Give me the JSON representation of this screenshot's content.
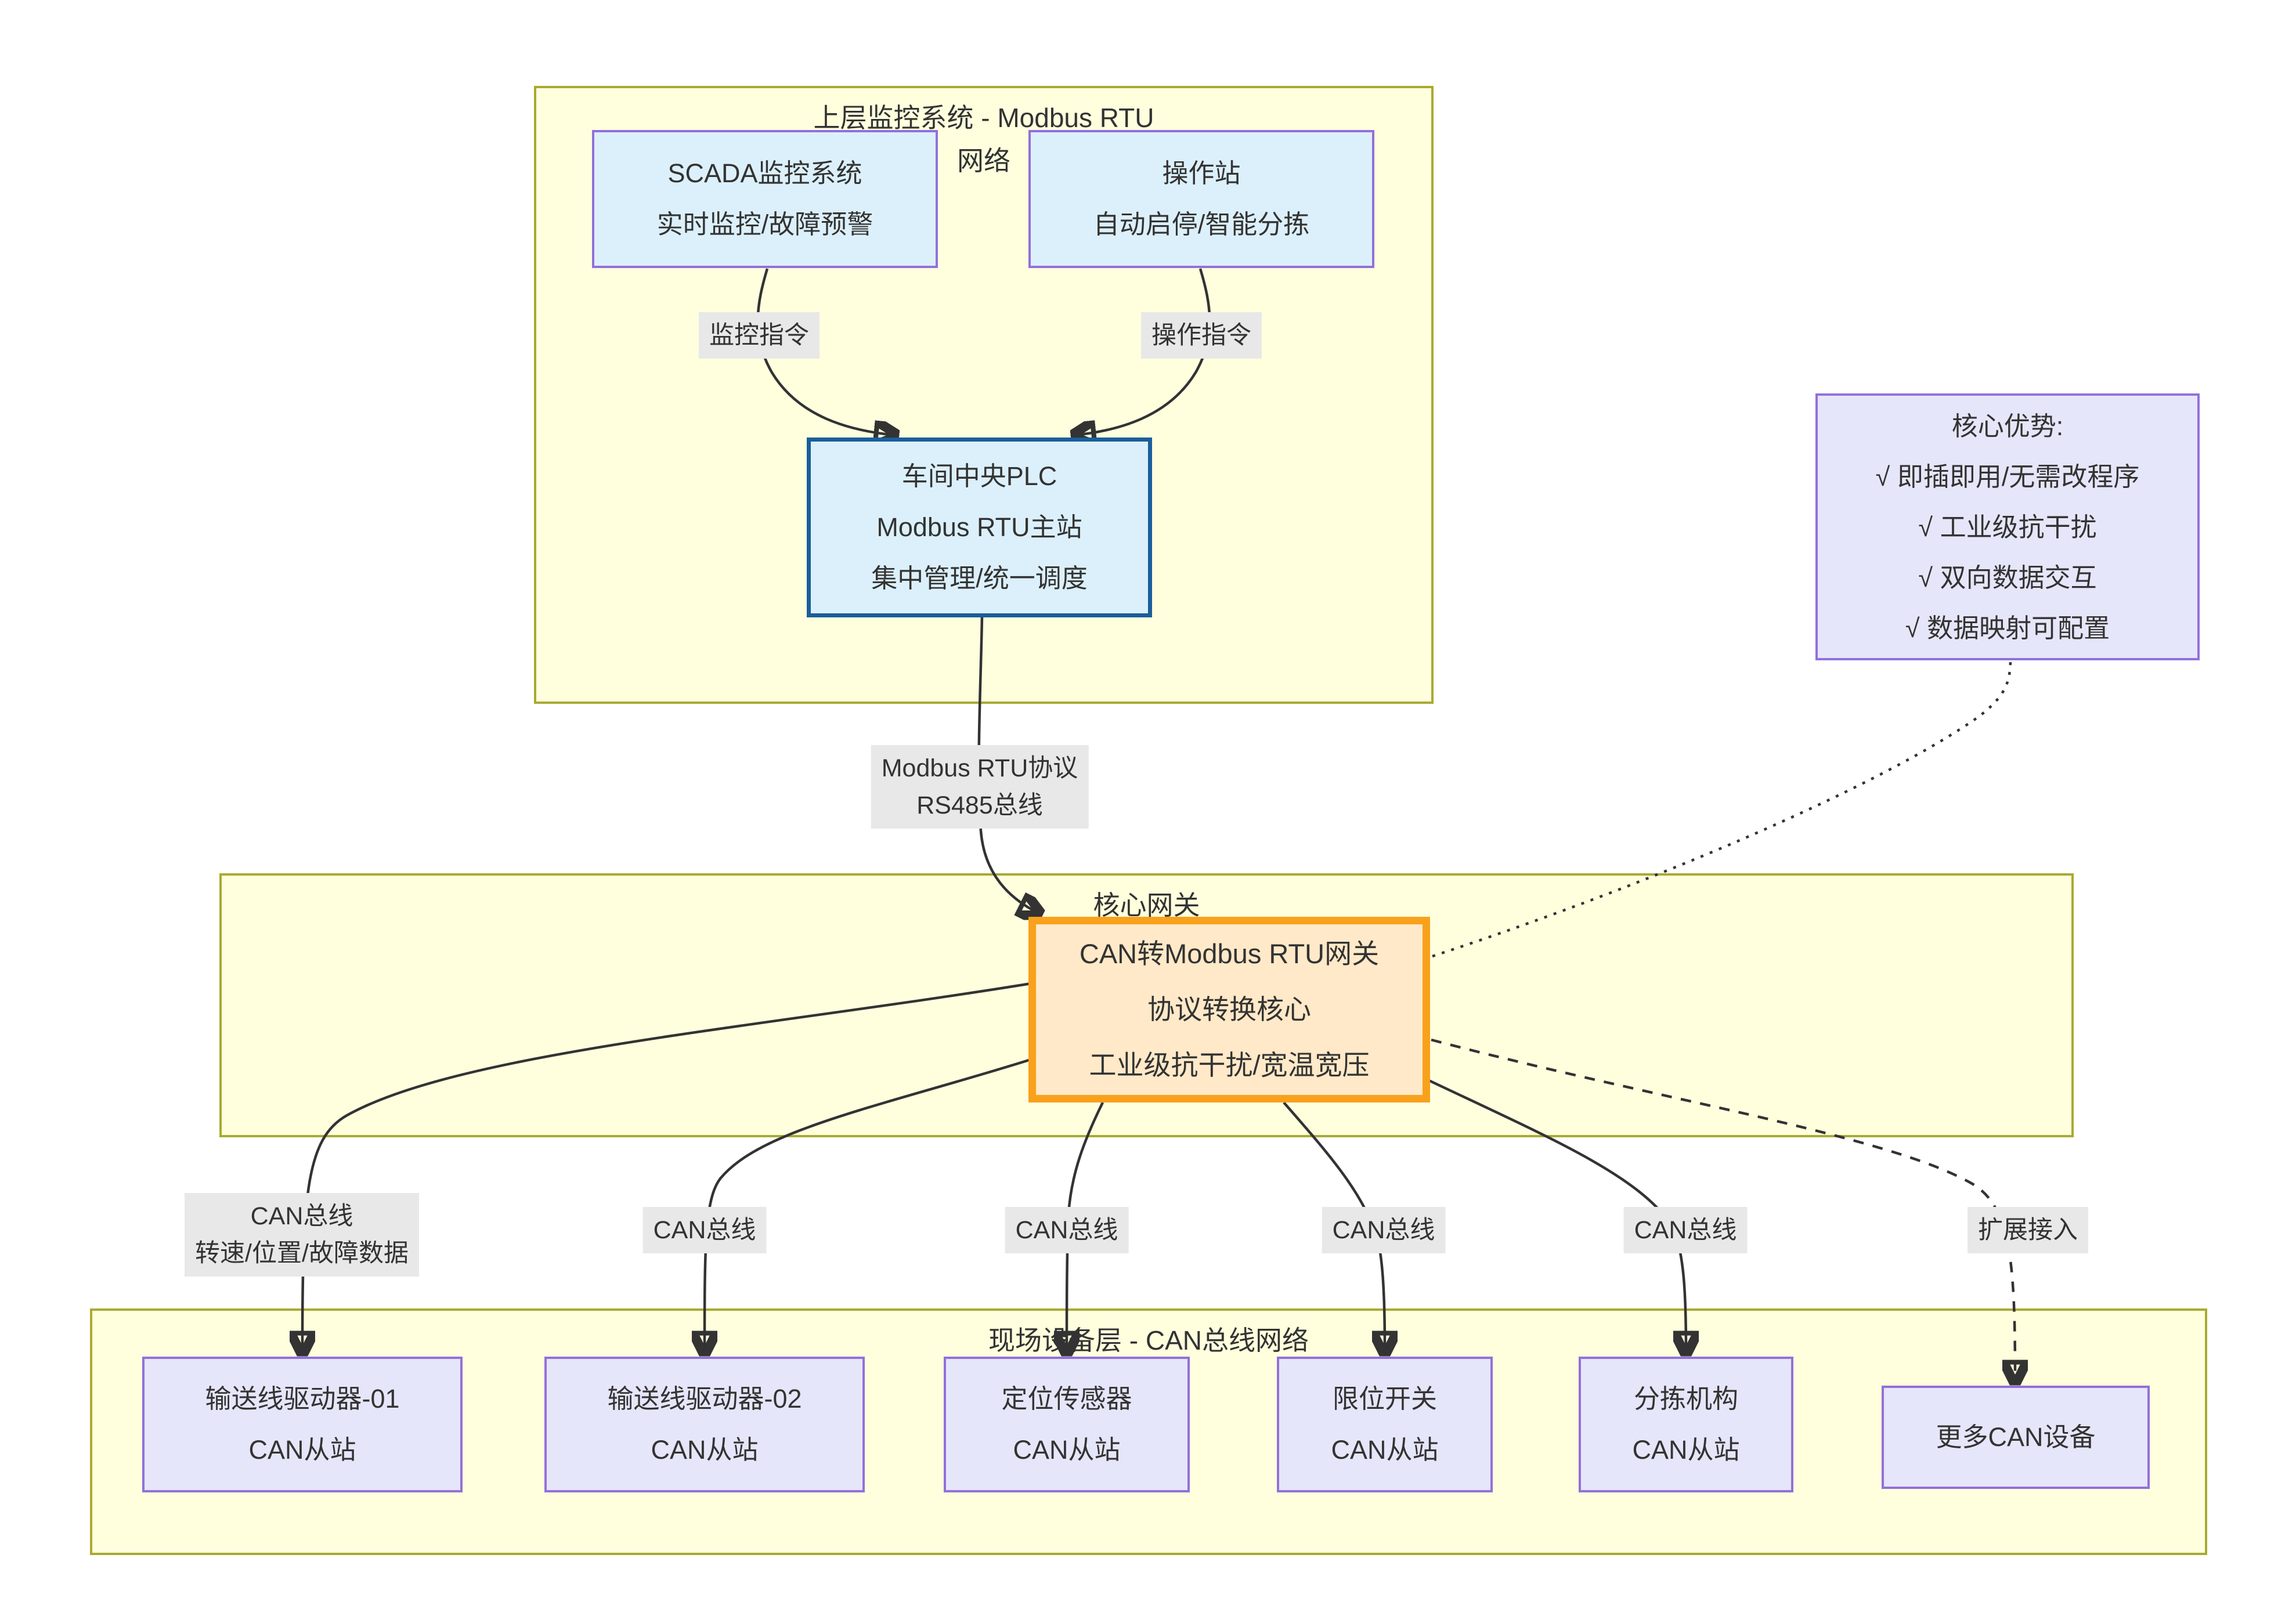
{
  "colors": {
    "subgraph_fill": "#ffffde",
    "subgraph_border": "#a9aa32",
    "blue_fill": "#dcf0fb",
    "blue_border": "#9370db",
    "plc_border": "#1a5e9a",
    "gateway_fill": "#ffe9c8",
    "gateway_border": "#f9a11b",
    "device_fill": "#e6e6fa",
    "device_border": "#9370db",
    "edge_label_bg": "#e8e8e8",
    "line_color": "#333333"
  },
  "sections": {
    "top": {
      "title_line1": "上层监控系统 - Modbus RTU",
      "title_line2": "网络"
    },
    "gateway_layer": {
      "title": "核心网关"
    },
    "field_layer": {
      "title": "现场设备层 - CAN总线网络"
    }
  },
  "nodes": {
    "scada": {
      "line1": "SCADA监控系统",
      "line2": "实时监控/故障预警"
    },
    "operator_station": {
      "line1": "操作站",
      "line2": "自动启停/智能分拣"
    },
    "plc": {
      "line1": "车间中央PLC",
      "line2": "Modbus RTU主站",
      "line3": "集中管理/统一调度"
    },
    "gateway": {
      "line1": "CAN转Modbus RTU网关",
      "line2": "协议转换核心",
      "line3": "工业级抗干扰/宽温宽压"
    },
    "advantages": {
      "line1": "核心优势:",
      "line2": "√ 即插即用/无需改程序",
      "line3": "√ 工业级抗干扰",
      "line4": "√ 双向数据交互",
      "line5": "√ 数据映射可配置"
    },
    "drive01": {
      "line1": "输送线驱动器-01",
      "line2": "CAN从站"
    },
    "drive02": {
      "line1": "输送线驱动器-02",
      "line2": "CAN从站"
    },
    "position_sensor": {
      "line1": "定位传感器",
      "line2": "CAN从站"
    },
    "limit_switch": {
      "line1": "限位开关",
      "line2": "CAN从站"
    },
    "sorting_mechanism": {
      "line1": "分拣机构",
      "line2": "CAN从站"
    },
    "more_can_devices": {
      "line1": "更多CAN设备"
    }
  },
  "edge_labels": {
    "monitor_cmd": "监控指令",
    "operate_cmd": "操作指令",
    "modbus_line1": "Modbus RTU协议",
    "modbus_line2": "RS485总线",
    "can1_line1": "CAN总线",
    "can1_line2": "转速/位置/故障数据",
    "can2": "CAN总线",
    "can3": "CAN总线",
    "can4": "CAN总线",
    "can5": "CAN总线",
    "expand": "扩展接入"
  }
}
